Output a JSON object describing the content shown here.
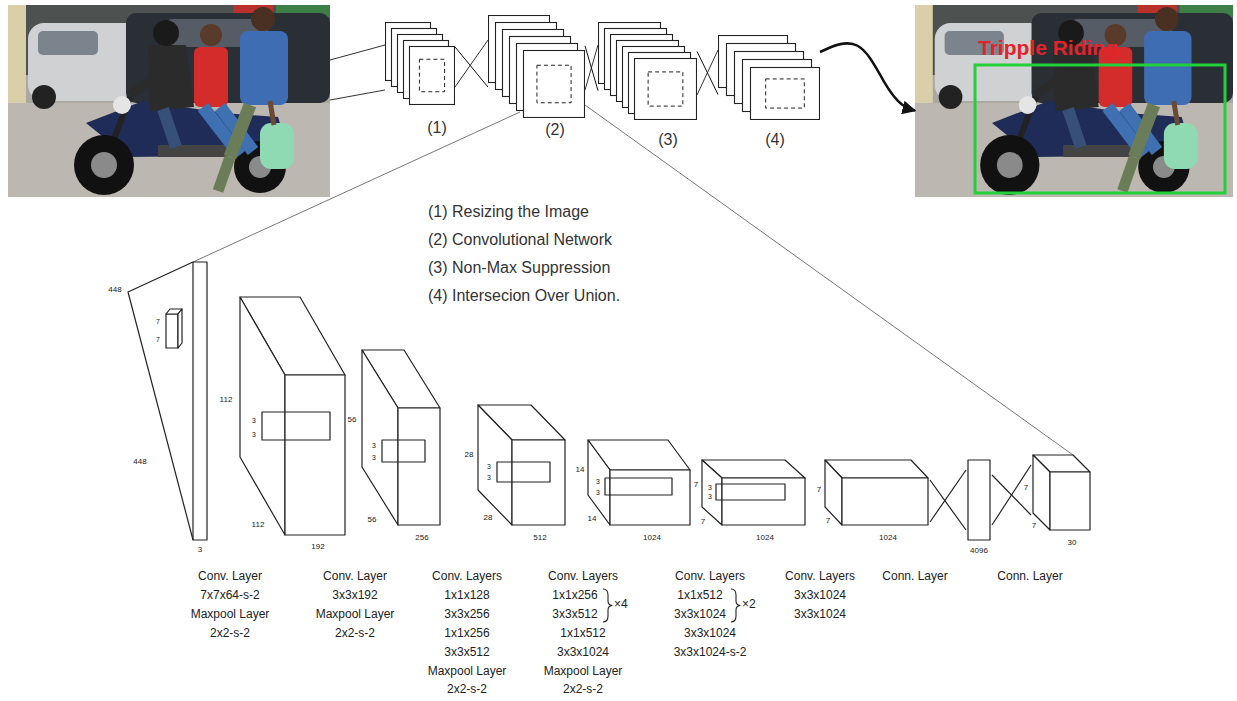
{
  "diagram": {
    "nodes": [
      {
        "text": [
          "(1)"
        ]
      },
      {
        "text": [
          "(2)"
        ]
      },
      {
        "text": [
          "(3)"
        ]
      },
      {
        "text": [
          "(4)"
        ]
      },
      {
        "text": [
          "Tripple Riding"
        ]
      }
    ],
    "edges": [
      {
        "from": 0,
        "to": 1,
        "arrow": "none"
      },
      {
        "from": 1,
        "to": 2,
        "arrow": "none"
      },
      {
        "from": 2,
        "to": 3,
        "arrow": "none"
      },
      {
        "from": 3,
        "to": 4,
        "arrow": "to"
      }
    ],
    "labels": [
      "(1) Resizing the Image",
      "(2) Convolutional Network",
      "(3) Non-Max Suppression",
      "(4) Intersecion Over Union.",
      "448",
      "448",
      "7",
      "7",
      "3",
      "112",
      "3",
      "3",
      "112",
      "192",
      "56",
      "3",
      "3",
      "56",
      "256",
      "28",
      "3",
      "3",
      "28",
      "512",
      "14",
      "3",
      "3",
      "14",
      "1024",
      "7",
      "3",
      "3",
      "7",
      "1024",
      "7",
      "7",
      "1024",
      "4096",
      "7",
      "7",
      "30",
      "Conv. Layer",
      "7x7x64-s-2",
      "Maxpool Layer",
      "2x2-s-2",
      "Conv. Layer",
      "3x3x192",
      "Maxpool Layer",
      "2x2-s-2",
      "Conv. Layers",
      "1x1x128",
      "3x3x256",
      "1x1x256",
      "3x3x512",
      "Maxpool Layer",
      "2x2-s-2",
      "Conv. Layers",
      "1x1x256",
      "3x3x512",
      "×4",
      "1x1x512",
      "3x3x1024",
      "Maxpool Layer",
      "2x2-s-2",
      "Conv. Layers",
      "1x1x512",
      "3x3x1024",
      "×2",
      "3x3x1024",
      "3x3x1024-s-2",
      "Conv. Layers",
      "3x3x1024",
      "3x3x1024",
      "Conn. Layer",
      "Conn. Layer"
    ]
  }
}
